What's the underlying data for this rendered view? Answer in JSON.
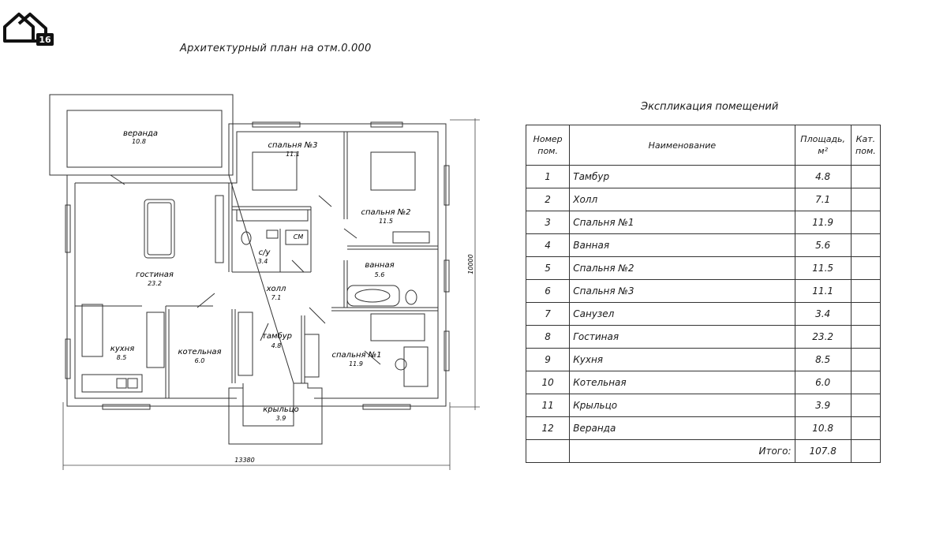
{
  "logo": {
    "number": "16"
  },
  "plan": {
    "title": "Архитектурный план на отм.0.000",
    "rooms": {
      "veranda": {
        "name": "веранда",
        "area": "10.8"
      },
      "bedroom3": {
        "name": "спальня №3",
        "area": "11.1"
      },
      "bedroom2": {
        "name": "спальня №2",
        "area": "11.5"
      },
      "living": {
        "name": "гостиная",
        "area": "23.2"
      },
      "wc": {
        "name": "с/у",
        "area": "3.4"
      },
      "wm": {
        "name": "СМ"
      },
      "bath": {
        "name": "ванная",
        "area": "5.6"
      },
      "hall": {
        "name": "холл",
        "area": "7.1"
      },
      "kitchen": {
        "name": "кухня",
        "area": "8.5"
      },
      "boiler": {
        "name": "котельная",
        "area": "6.0"
      },
      "tambour": {
        "name": "тамбур",
        "area": "4.8"
      },
      "bedroom1": {
        "name": "спальня №1",
        "area": "11.9"
      },
      "porch": {
        "name": "крыльцо",
        "area": "3.9"
      }
    },
    "dimensions": {
      "width": "13380",
      "height": "10000"
    }
  },
  "explication": {
    "title": "Экспликация помещений",
    "headers": {
      "num": [
        "Номер",
        "пом."
      ],
      "name": "Наименование",
      "area": [
        "Площадь,",
        "м²"
      ],
      "cat": [
        "Кат.",
        "пом."
      ]
    },
    "rows": [
      {
        "num": "1",
        "name": "Тамбур",
        "area": "4.8"
      },
      {
        "num": "2",
        "name": "Холл",
        "area": "7.1"
      },
      {
        "num": "3",
        "name": "Спальня №1",
        "area": "11.9"
      },
      {
        "num": "4",
        "name": "Ванная",
        "area": "5.6"
      },
      {
        "num": "5",
        "name": "Спальня №2",
        "area": "11.5"
      },
      {
        "num": "6",
        "name": "Спальня №3",
        "area": "11.1"
      },
      {
        "num": "7",
        "name": "Санузел",
        "area": "3.4"
      },
      {
        "num": "8",
        "name": "Гостиная",
        "area": "23.2"
      },
      {
        "num": "9",
        "name": "Кухня",
        "area": "8.5"
      },
      {
        "num": "10",
        "name": "Котельная",
        "area": "6.0"
      },
      {
        "num": "11",
        "name": "Крыльцо",
        "area": "3.9"
      },
      {
        "num": "12",
        "name": "Веранда",
        "area": "10.8"
      }
    ],
    "total": {
      "label": "Итого:",
      "value": "107.8"
    }
  }
}
